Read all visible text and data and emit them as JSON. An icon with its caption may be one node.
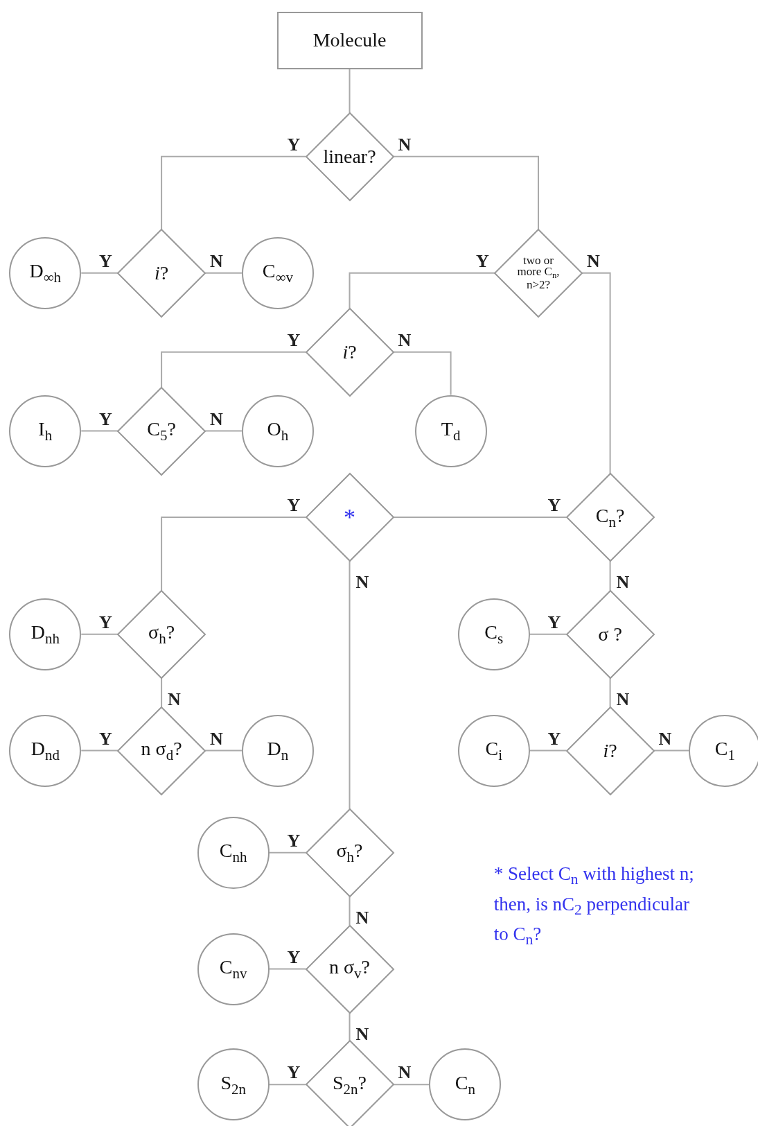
{
  "diagram": {
    "nodes": [
      {
        "text": [
          "Molecule"
        ]
      },
      {
        "text": [
          "linear?"
        ]
      },
      {
        "text": [
          "*i*?"
        ]
      },
      {
        "text": [
          "D$_{∞h}$"
        ]
      },
      {
        "text": [
          "C$_{∞v}$"
        ]
      },
      {
        "text": [
          "two or more C$_{n}$, n>2?"
        ]
      },
      {
        "text": [
          "*i*?"
        ]
      },
      {
        "text": [
          "C$_{5}$?"
        ]
      },
      {
        "text": [
          "I$_{h}$"
        ]
      },
      {
        "text": [
          "O$_{h}$"
        ]
      },
      {
        "text": [
          "T$_{d}$"
        ]
      },
      {
        "text": [
          "*"
        ]
      },
      {
        "text": [
          "C$_{n}$?"
        ]
      },
      {
        "text": [
          "σ$_{h}$?"
        ]
      },
      {
        "text": [
          "D$_{nh}$"
        ]
      },
      {
        "text": [
          "n σ$_{d}$?"
        ]
      },
      {
        "text": [
          "D$_{nd}$"
        ]
      },
      {
        "text": [
          "D$_{n}$"
        ]
      },
      {
        "text": [
          "σ ?"
        ]
      },
      {
        "text": [
          "C$_{s}$"
        ]
      },
      {
        "text": [
          "*i*?"
        ]
      },
      {
        "text": [
          "C$_{i}$"
        ]
      },
      {
        "text": [
          "C$_{1}$"
        ]
      },
      {
        "text": [
          "σ$_{h}$?"
        ]
      },
      {
        "text": [
          "C$_{nh}$"
        ]
      },
      {
        "text": [
          "n σ$_{v}$?"
        ]
      },
      {
        "text": [
          "C$_{nv}$"
        ]
      },
      {
        "text": [
          "S$_{2n}$?"
        ]
      },
      {
        "text": [
          "S$_{2n}$"
        ]
      },
      {
        "text": [
          "C$_{n}$"
        ]
      }
    ],
    "edges": [
      {
        "from": 0,
        "to": 1,
        "arrow": "none"
      },
      {
        "from": 1,
        "to": 2,
        "arrow": "none",
        "label": "Y"
      },
      {
        "from": 1,
        "to": 5,
        "arrow": "none",
        "label": "N"
      },
      {
        "from": 2,
        "to": 3,
        "arrow": "none",
        "label": "Y"
      },
      {
        "from": 2,
        "to": 4,
        "arrow": "none",
        "label": "N"
      },
      {
        "from": 5,
        "to": 6,
        "arrow": "none",
        "label": "Y"
      },
      {
        "from": 5,
        "to": 12,
        "arrow": "none",
        "label": "N"
      },
      {
        "from": 6,
        "to": 7,
        "arrow": "none",
        "label": "Y"
      },
      {
        "from": 6,
        "to": 10,
        "arrow": "none",
        "label": "N"
      },
      {
        "from": 7,
        "to": 8,
        "arrow": "none",
        "label": "Y"
      },
      {
        "from": 7,
        "to": 9,
        "arrow": "none",
        "label": "N"
      },
      {
        "from": 12,
        "to": 11,
        "arrow": "none",
        "label": "Y"
      },
      {
        "from": 11,
        "to": 13,
        "arrow": "none",
        "label": "Y"
      },
      {
        "from": 11,
        "to": 23,
        "arrow": "none",
        "label": "N"
      },
      {
        "from": 13,
        "to": 14,
        "arrow": "none",
        "label": "Y"
      },
      {
        "from": 13,
        "to": 15,
        "arrow": "none",
        "label": "N"
      },
      {
        "from": 15,
        "to": 16,
        "arrow": "none",
        "label": "Y"
      },
      {
        "from": 15,
        "to": 17,
        "arrow": "none",
        "label": "N"
      },
      {
        "from": 12,
        "to": 18,
        "arrow": "none",
        "label": "N"
      },
      {
        "from": 18,
        "to": 19,
        "arrow": "none",
        "label": "Y"
      },
      {
        "from": 18,
        "to": 20,
        "arrow": "none",
        "label": "N"
      },
      {
        "from": 20,
        "to": 21,
        "arrow": "none",
        "label": "Y"
      },
      {
        "from": 20,
        "to": 22,
        "arrow": "none",
        "label": "N"
      },
      {
        "from": 23,
        "to": 24,
        "arrow": "none",
        "label": "Y"
      },
      {
        "from": 23,
        "to": 25,
        "arrow": "none",
        "label": "N"
      },
      {
        "from": 25,
        "to": 26,
        "arrow": "none",
        "label": "Y"
      },
      {
        "from": 25,
        "to": 27,
        "arrow": "none",
        "label": "N"
      },
      {
        "from": 27,
        "to": 28,
        "arrow": "none",
        "label": "Y"
      },
      {
        "from": 27,
        "to": 29,
        "arrow": "none",
        "label": "N"
      }
    ],
    "labels": [
      "* Select C$_{n}$ with highest n; then, is nC$_{2}$ perpendicular to C$_{n}$?"
    ]
  }
}
